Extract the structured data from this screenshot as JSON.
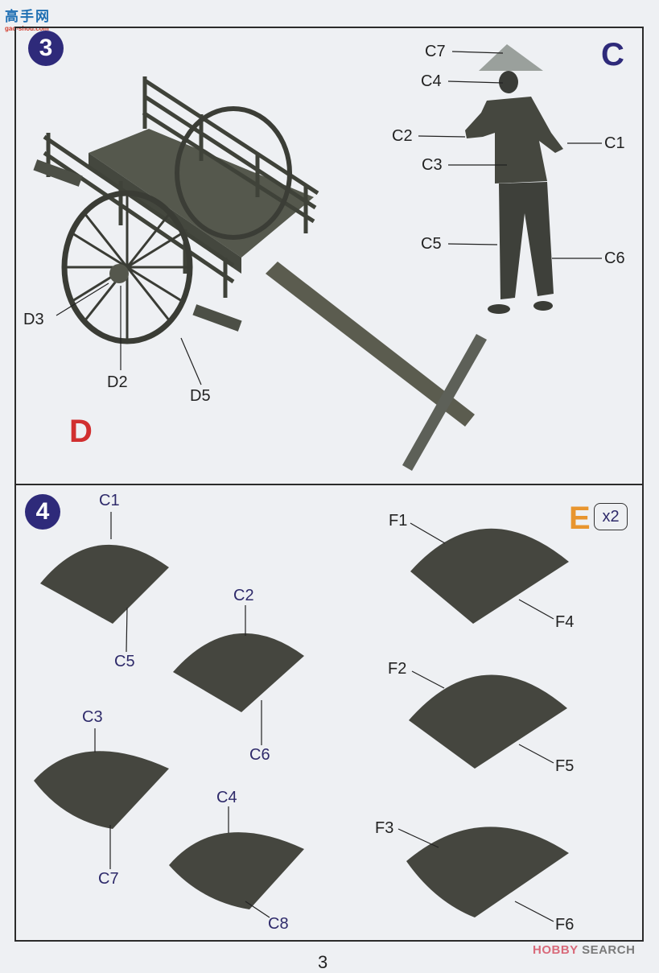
{
  "watermark_top": {
    "title": "高手网",
    "url_text": "gao-shou.com"
  },
  "watermark_bottom": {
    "brand_a": "HOBBY",
    "brand_b": "SEARCH"
  },
  "step3": {
    "number": "3",
    "sprue_letters": [
      {
        "letter": "C",
        "color": "#2e2a7a"
      },
      {
        "letter": "D",
        "color": "#d12f2f"
      }
    ],
    "figure_labels": [
      "C7",
      "C4",
      "C2",
      "C3",
      "C1",
      "C5",
      "C6"
    ],
    "cart_labels": [
      "D3",
      "D2",
      "D5"
    ]
  },
  "step4": {
    "number": "4",
    "sprue_letter": {
      "letter": "E",
      "color": "#e8952e"
    },
    "quantity": "x2",
    "sack_labels_left": [
      "C1",
      "C5",
      "C2",
      "C6",
      "C3",
      "C7",
      "C4",
      "C8"
    ],
    "sack_labels_right": [
      "F1",
      "F4",
      "F2",
      "F5",
      "F3",
      "F6"
    ]
  },
  "page_number": "3",
  "colors": {
    "badge": "#2e2a7a",
    "frame": "#2b2b2b",
    "plastic": "#4a4c44",
    "hat": "#9aa09c",
    "label_blue": "#2e2a6a"
  }
}
